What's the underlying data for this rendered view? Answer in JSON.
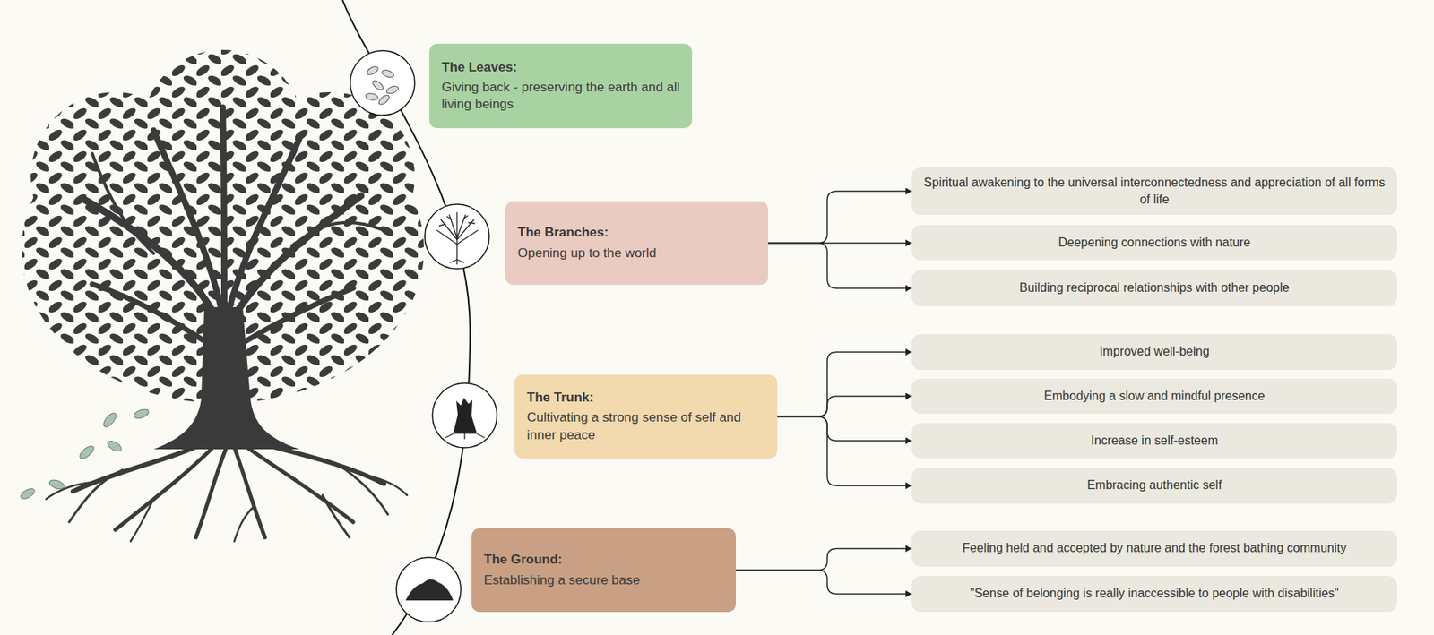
{
  "diagram": {
    "nodes": [
      {
        "text": [
          "The Leaves:",
          "Giving back - preserving the earth and all living beings"
        ]
      },
      {
        "text": [
          "The Branches:",
          "Opening up to the world"
        ]
      },
      {
        "text": [
          "Spiritual awakening to the universal interconnectedness and appreciation of all forms of life"
        ]
      },
      {
        "text": [
          "Deepening connections with nature"
        ]
      },
      {
        "text": [
          "Building reciprocal relationships with other people"
        ]
      },
      {
        "text": [
          "The Trunk:",
          "Cultivating a strong sense of self and inner peace"
        ]
      },
      {
        "text": [
          "Improved well-being"
        ]
      },
      {
        "text": [
          "Embodying a slow and mindful presence"
        ]
      },
      {
        "text": [
          "Increase in self-esteem"
        ]
      },
      {
        "text": [
          "Embracing authentic self"
        ]
      },
      {
        "text": [
          "The Ground:",
          "Establishing a secure base"
        ]
      },
      {
        "text": [
          "Feeling held and accepted by nature and the forest bathing community"
        ]
      },
      {
        "text": [
          "\"Sense of belonging is really inaccessible to people with disabilities\""
        ]
      }
    ],
    "edges": [
      {
        "from": 1,
        "to": 2,
        "arrow": "to"
      },
      {
        "from": 1,
        "to": 3,
        "arrow": "to"
      },
      {
        "from": 1,
        "to": 4,
        "arrow": "to"
      },
      {
        "from": 5,
        "to": 6,
        "arrow": "to"
      },
      {
        "from": 5,
        "to": 7,
        "arrow": "to"
      },
      {
        "from": 5,
        "to": 8,
        "arrow": "to"
      },
      {
        "from": 5,
        "to": 9,
        "arrow": "to"
      },
      {
        "from": 10,
        "to": 11,
        "arrow": "to"
      },
      {
        "from": 10,
        "to": 12,
        "arrow": "to"
      }
    ]
  }
}
